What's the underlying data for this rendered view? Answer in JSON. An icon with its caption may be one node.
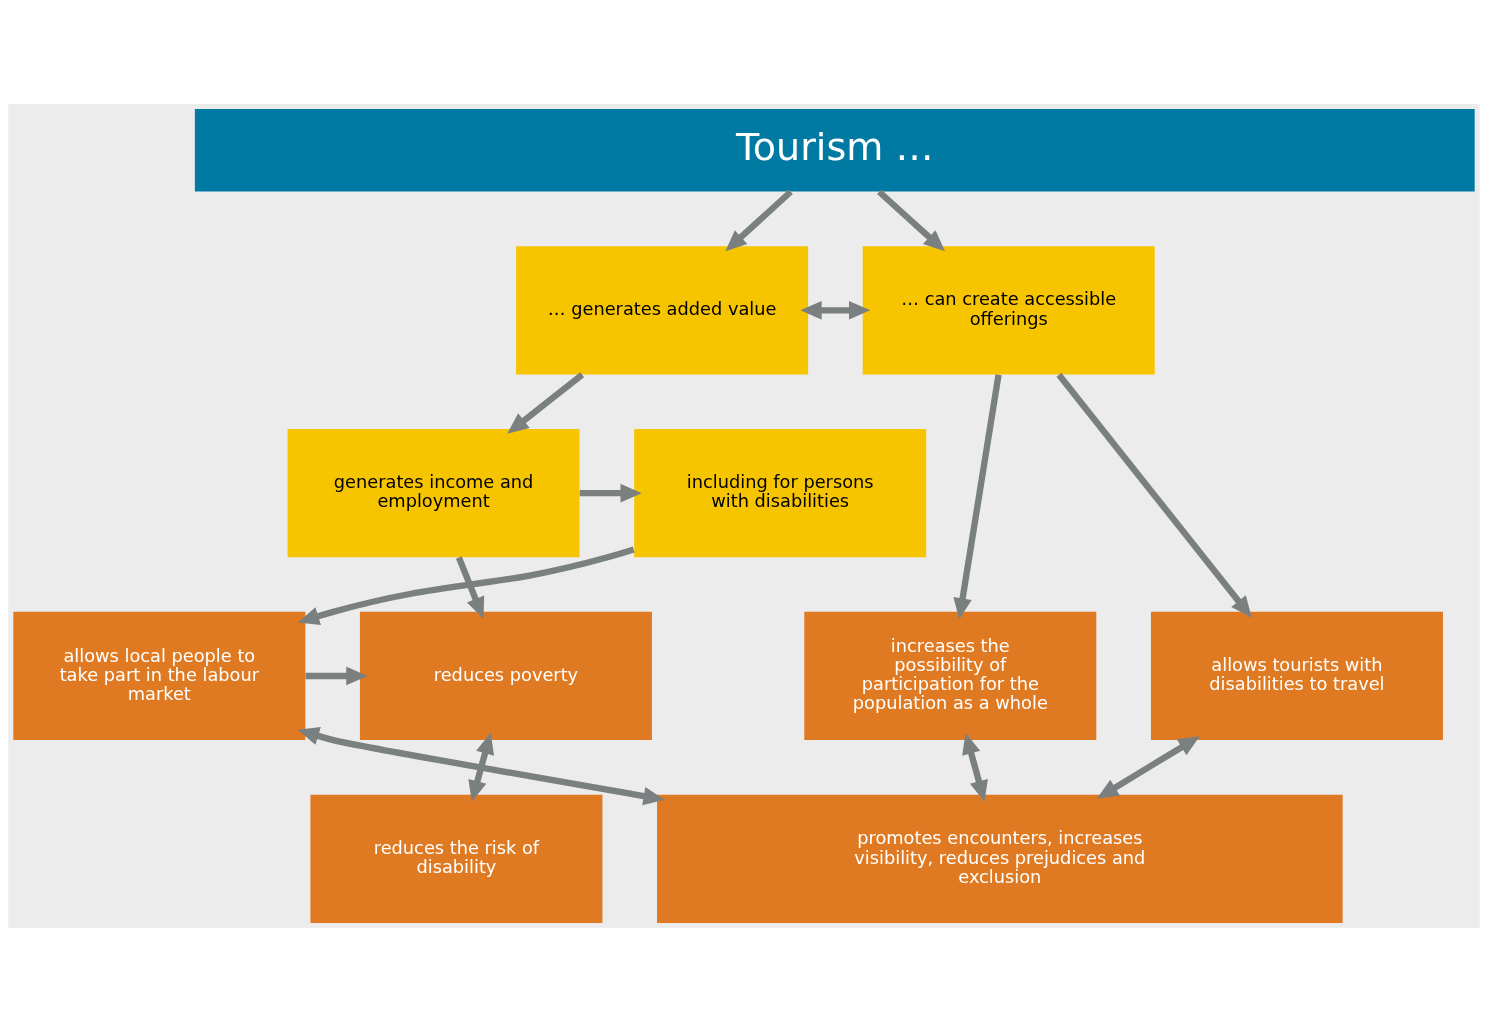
{
  "diagram": {
    "nodes": [
      {
        "text": [
          "Tourism …"
        ]
      },
      {
        "text": [
          "… generates added value"
        ]
      },
      {
        "text": [
          "… can create accessible offerings"
        ]
      },
      {
        "text": [
          "generates income and employment"
        ]
      },
      {
        "text": [
          "including for persons with disabilities"
        ]
      },
      {
        "text": [
          "reduces poverty"
        ]
      },
      {
        "text": [
          "allows local people to take part in the labour market"
        ]
      },
      {
        "text": [
          "increases the possibility of participation for the population as a whole"
        ]
      },
      {
        "text": [
          "allows tourists with disabilities to travel"
        ]
      },
      {
        "text": [
          "reduces the risk of disability"
        ]
      },
      {
        "text": [
          "promotes encounters, increases visibility, reduces prejudices and exclusion"
        ]
      }
    ],
    "edges": [
      {
        "from": 0,
        "to": 1,
        "arrow": "to"
      },
      {
        "from": 0,
        "to": 2,
        "arrow": "to"
      },
      {
        "from": 1,
        "to": 2,
        "arrow": "both"
      },
      {
        "from": 1,
        "to": 3,
        "arrow": "to"
      },
      {
        "from": 3,
        "to": 4,
        "arrow": "to"
      },
      {
        "from": 3,
        "to": 5,
        "arrow": "to"
      },
      {
        "from": 4,
        "to": 6,
        "arrow": "to"
      },
      {
        "from": 6,
        "to": 5,
        "arrow": "to"
      },
      {
        "from": 2,
        "to": 7,
        "arrow": "to"
      },
      {
        "from": 2,
        "to": 8,
        "arrow": "to"
      },
      {
        "from": 5,
        "to": 9,
        "arrow": "both"
      },
      {
        "from": 6,
        "to": 10,
        "arrow": "both"
      },
      {
        "from": 7,
        "to": 10,
        "arrow": "both"
      },
      {
        "from": 8,
        "to": 10,
        "arrow": "both"
      }
    ]
  }
}
